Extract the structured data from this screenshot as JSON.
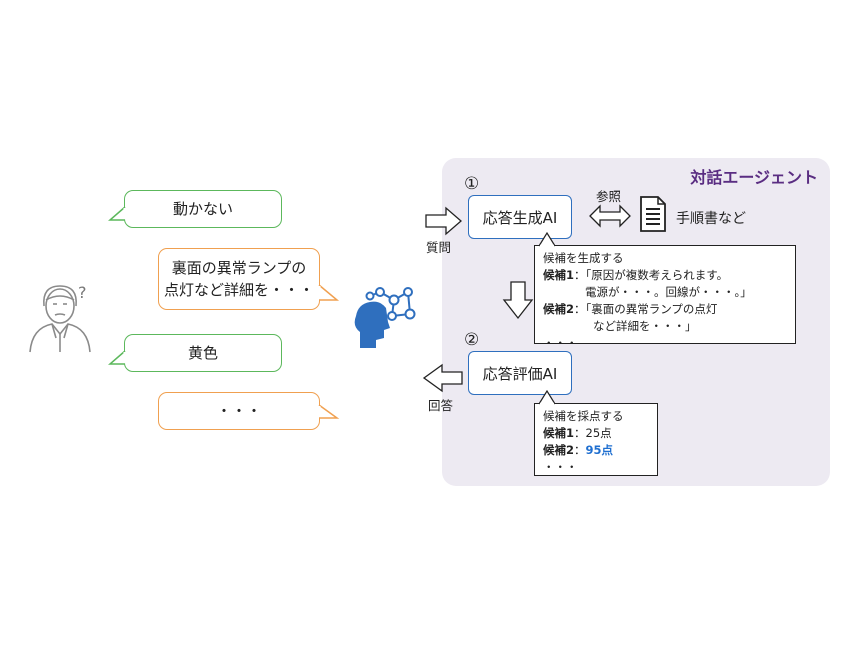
{
  "agent": {
    "title": "対話エージェント",
    "step1_number": "①",
    "step2_number": "②",
    "generator_label": "応答生成AI",
    "evaluator_label": "応答評価AI",
    "question_label": "質問",
    "answer_label": "回答",
    "reference_label": "参照",
    "manual_label": "手順書など"
  },
  "chat": {
    "bubble1": "動かない",
    "bubble2_line1": "裏面の異常ランプの",
    "bubble2_line2": "点灯など詳細を・・・",
    "bubble3": "黄色",
    "bubble4": "・・・"
  },
  "generate_callout": {
    "heading": "候補を生成する",
    "cand1_label": "候補1",
    "cand1_line1": "：「原因が複数考えられます。",
    "cand1_line2": "電源が・・・。回線が・・・。」",
    "cand2_label": "候補2",
    "cand2_line1": "：「裏面の異常ランプの点灯",
    "cand2_line2": "など詳細を・・・」",
    "more": "・・・"
  },
  "score_callout": {
    "heading": "候補を採点する",
    "cand1_label": "候補1",
    "cand1_score": "：25点",
    "cand2_label": "候補2",
    "cand2_sep": "：",
    "cand2_score": "95点",
    "more": "・・・"
  },
  "user_question_mark": "?",
  "colors": {
    "agent_title": "#5a2d82",
    "ai_box_border": "#2f6fbe",
    "highlight_score": "#1f6fd0",
    "user_bubble": "#5cb85c",
    "agent_bubble": "#f0a050"
  },
  "icons": [
    "person-icon",
    "ai-head-icon",
    "document-icon",
    "double-arrow-icon"
  ]
}
